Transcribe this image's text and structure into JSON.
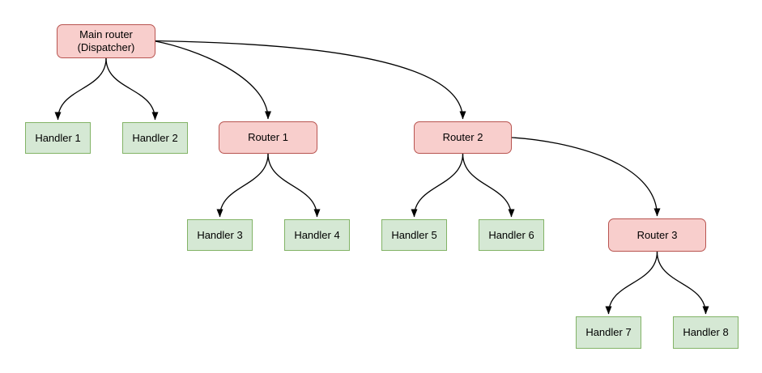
{
  "diagram": {
    "colors": {
      "background": "#ffffff",
      "router_fill": "#f8cecc",
      "router_border": "#b85450",
      "handler_fill": "#d5e8d4",
      "handler_border": "#82b366",
      "edge": "#000000",
      "text": "#000000"
    },
    "nodes": {
      "main_router": {
        "type": "router",
        "line1": "Main router",
        "line2": "(Dispatcher)"
      },
      "router1": {
        "type": "router",
        "label": "Router 1"
      },
      "router2": {
        "type": "router",
        "label": "Router 2"
      },
      "router3": {
        "type": "router",
        "label": "Router 3"
      },
      "handler1": {
        "type": "handler",
        "label": "Handler 1"
      },
      "handler2": {
        "type": "handler",
        "label": "Handler 2"
      },
      "handler3": {
        "type": "handler",
        "label": "Handler 3"
      },
      "handler4": {
        "type": "handler",
        "label": "Handler 4"
      },
      "handler5": {
        "type": "handler",
        "label": "Handler 5"
      },
      "handler6": {
        "type": "handler",
        "label": "Handler 6"
      },
      "handler7": {
        "type": "handler",
        "label": "Handler 7"
      },
      "handler8": {
        "type": "handler",
        "label": "Handler 8"
      }
    },
    "edges": [
      {
        "from": "main_router",
        "to": "handler1"
      },
      {
        "from": "main_router",
        "to": "handler2"
      },
      {
        "from": "main_router",
        "to": "router1"
      },
      {
        "from": "main_router",
        "to": "router2"
      },
      {
        "from": "router1",
        "to": "handler3"
      },
      {
        "from": "router1",
        "to": "handler4"
      },
      {
        "from": "router2",
        "to": "handler5"
      },
      {
        "from": "router2",
        "to": "handler6"
      },
      {
        "from": "router2",
        "to": "router3"
      },
      {
        "from": "router3",
        "to": "handler7"
      },
      {
        "from": "router3",
        "to": "handler8"
      }
    ]
  }
}
